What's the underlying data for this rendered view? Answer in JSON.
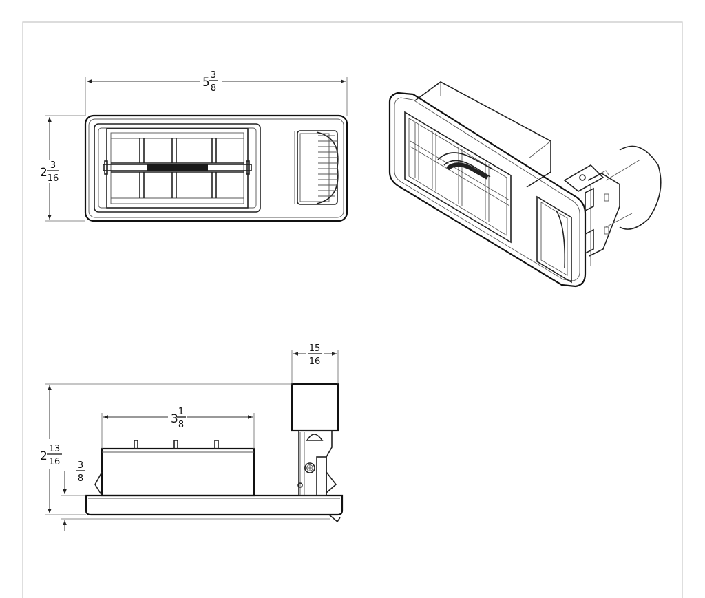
{
  "drawing": {
    "border_color": "#c8c8c8",
    "line_color": "#222222"
  },
  "dimensions": {
    "overall_width": {
      "whole": "5",
      "num": "3",
      "den": "8"
    },
    "front_height": {
      "whole": "2",
      "num": "3",
      "den": "16"
    },
    "side_total_height": {
      "whole": "2",
      "num": "13",
      "den": "16"
    },
    "body_width": {
      "whole": "3",
      "num": "1",
      "den": "8"
    },
    "bezel_thickness": {
      "num": "3",
      "den": "8"
    },
    "switch_width": {
      "num": "15",
      "den": "16"
    }
  },
  "views": [
    "front-view",
    "isometric-view",
    "side-view"
  ],
  "icons": [
    "phillips-screw-icon"
  ]
}
